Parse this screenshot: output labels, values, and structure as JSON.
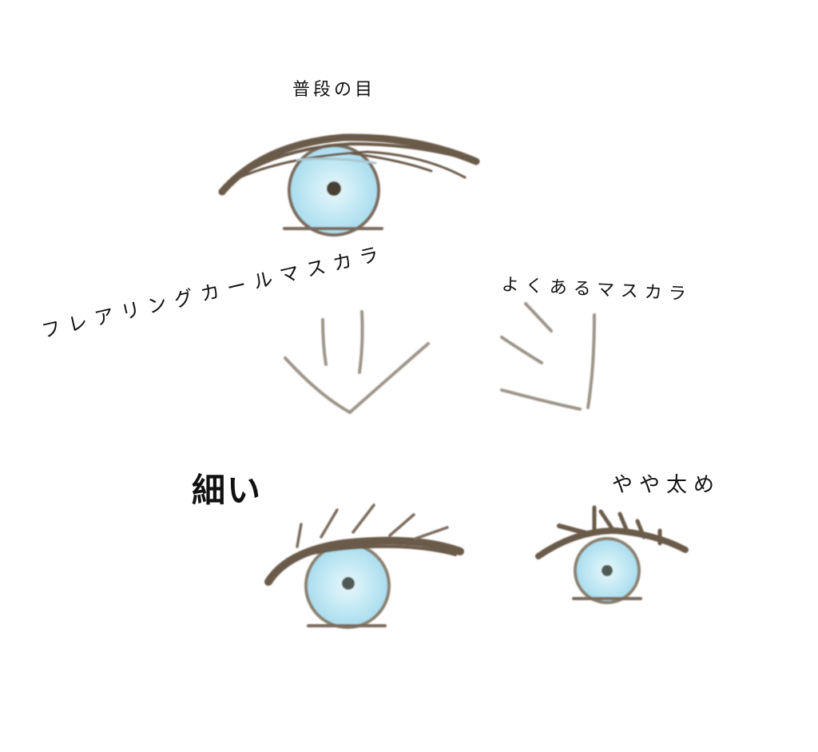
{
  "illustration": {
    "normal_eye": {
      "label": "普段の目"
    },
    "flaring_curl": {
      "label": "フレアリングカールマスカラ"
    },
    "common_mascara": {
      "label": "よくあるマスカラ"
    },
    "result_thin": {
      "label": "細い"
    },
    "result_thick": {
      "label": "やや太め"
    }
  },
  "colors": {
    "background": "#ffffff",
    "lash_stroke": "#6b5a4a",
    "diagram_stroke": "#9c9488",
    "iris_fill": "#bfe6f2",
    "pupil": "#4a4a44",
    "text": "#111111"
  }
}
